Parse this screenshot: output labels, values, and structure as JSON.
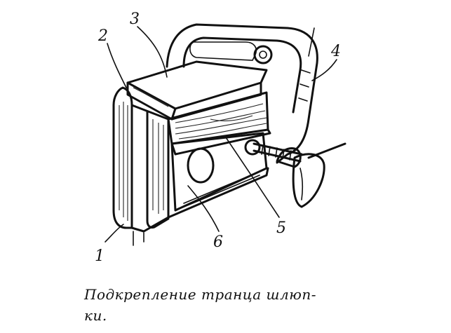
{
  "labels": {
    "n1": "1",
    "n2": "2",
    "n3": "3",
    "n4": "4",
    "n5": "5",
    "n6": "6"
  },
  "caption": {
    "line1": "Подкрепление транца шлюп-",
    "line2": "ки."
  }
}
